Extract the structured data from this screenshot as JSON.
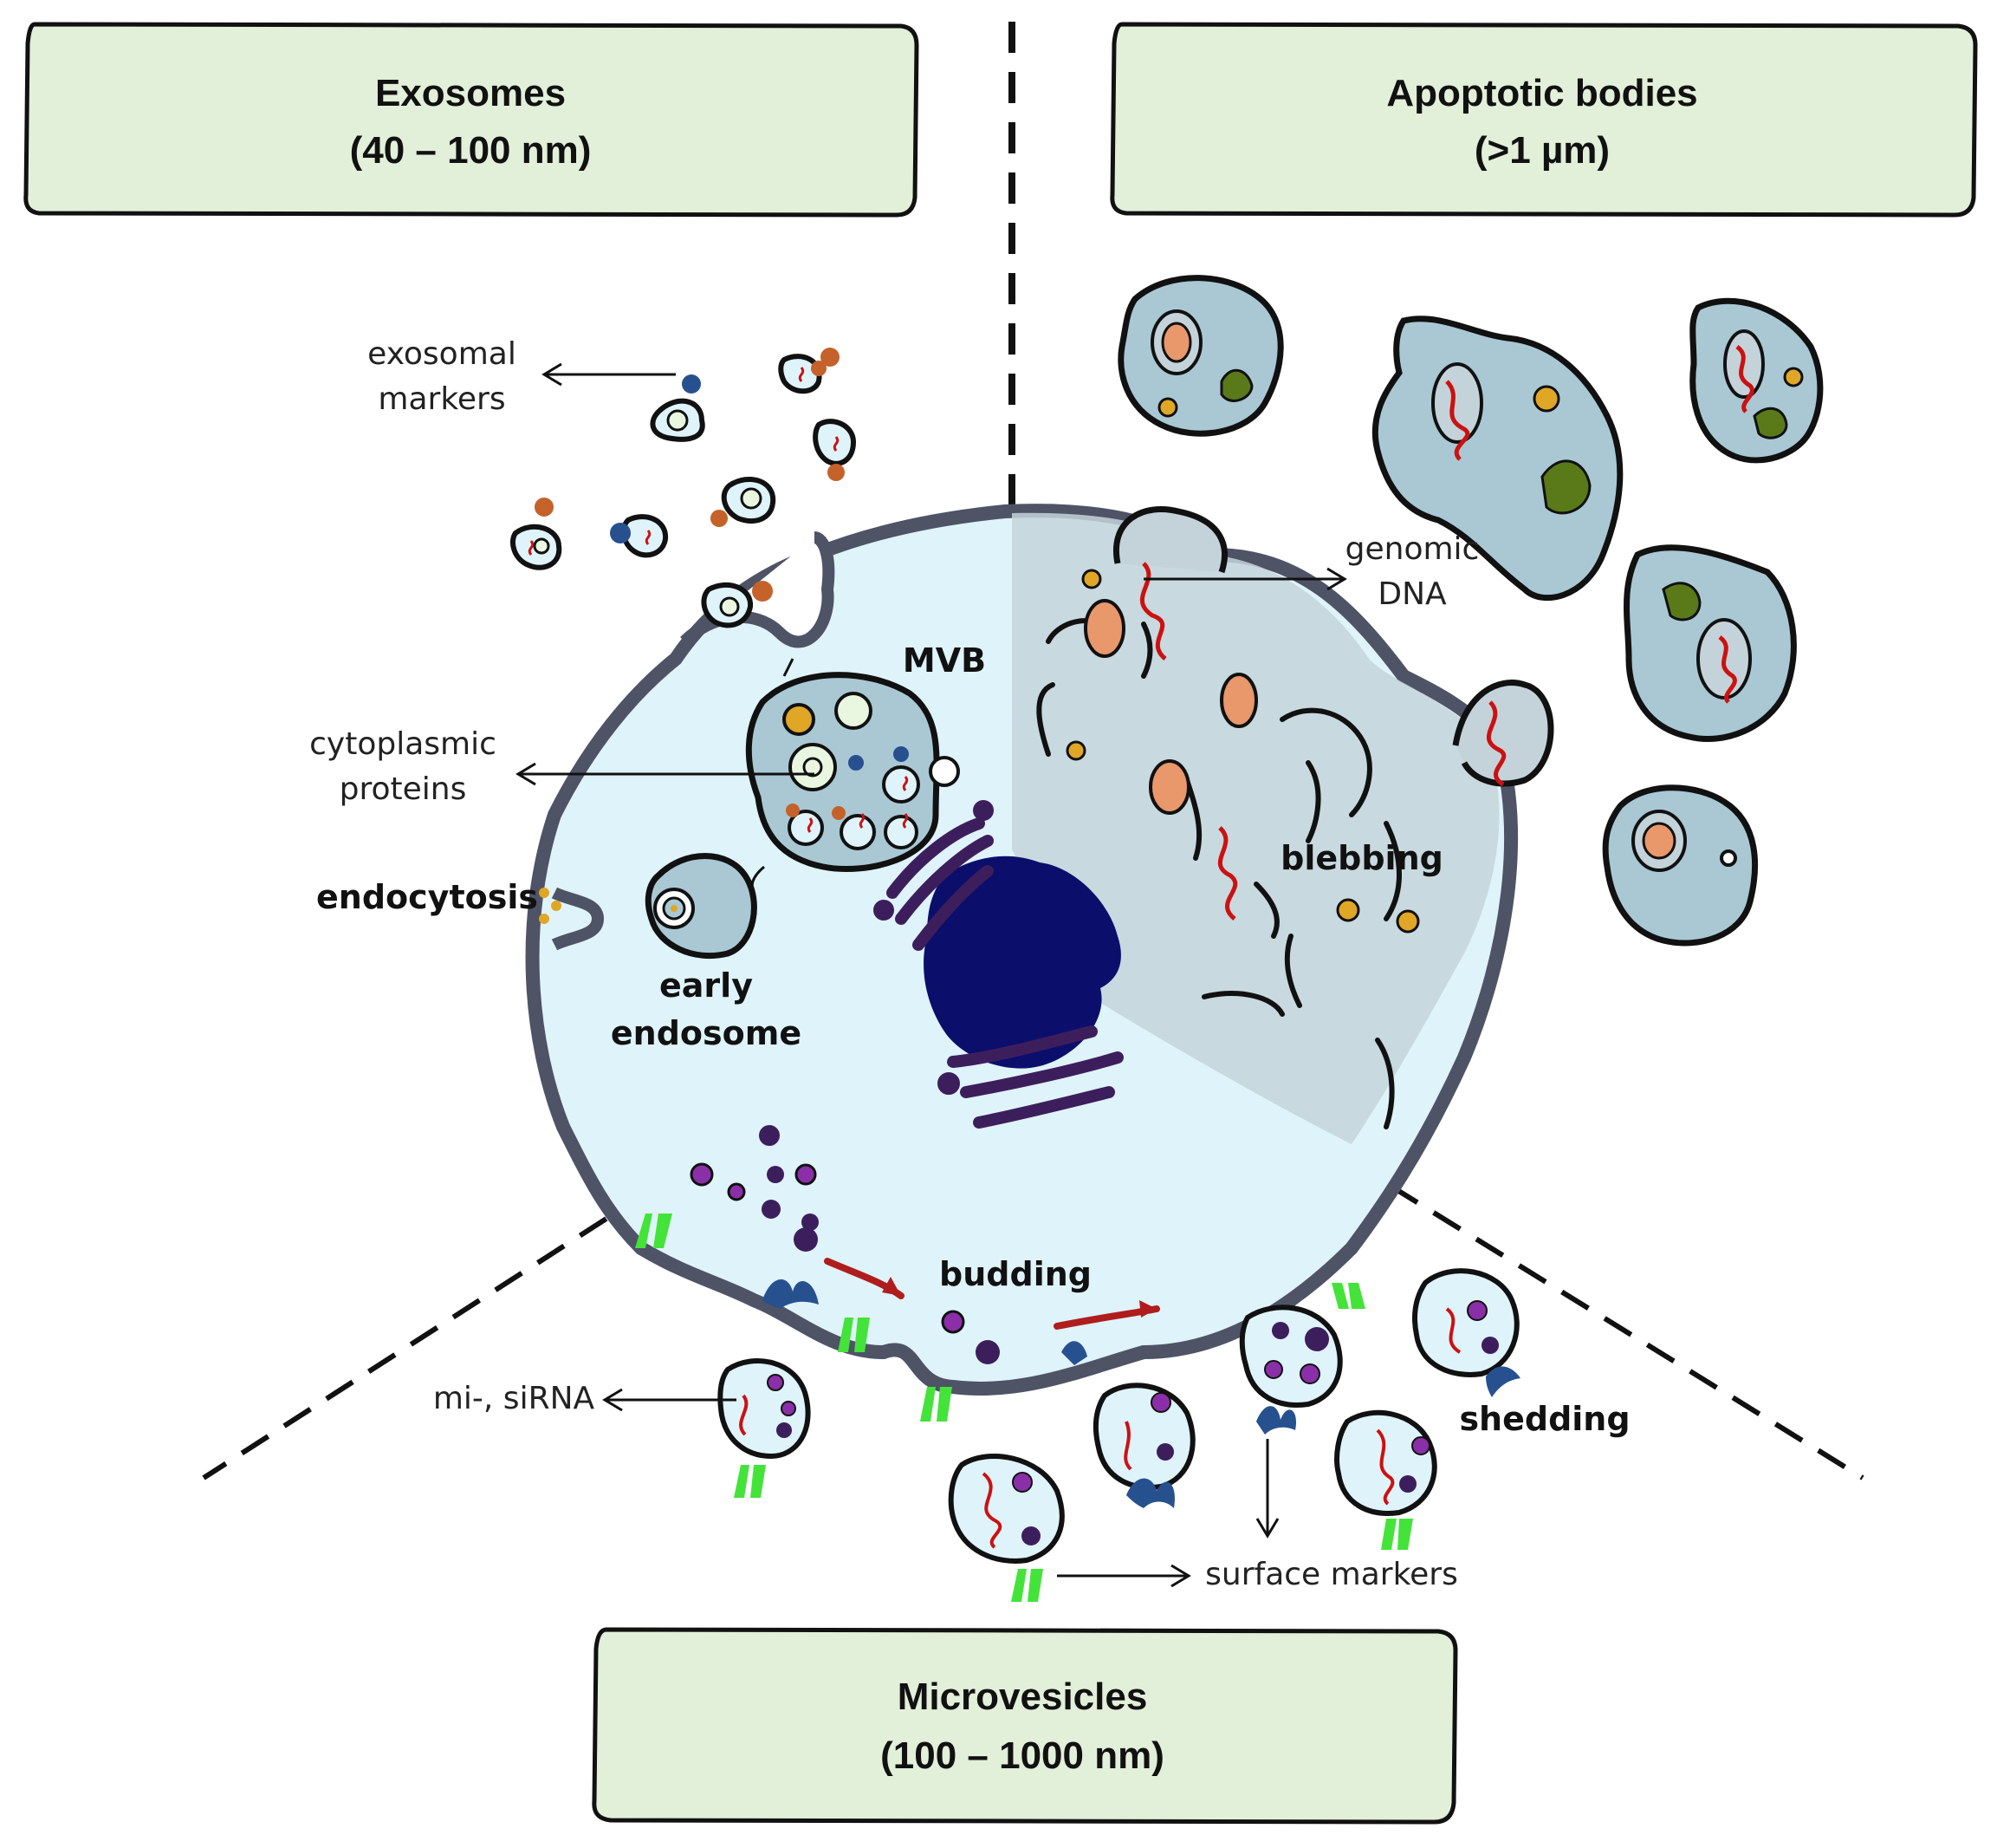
{
  "boxes": {
    "exosomes": {
      "title": "Exosomes",
      "size": "(40 – 100 nm)"
    },
    "apoptotic": {
      "title": "Apoptotic bodies",
      "size": "(>1 µm)"
    },
    "microvesicles": {
      "title": "Microvesicles",
      "size": "(100 – 1000 nm)"
    }
  },
  "labels": {
    "exosomal_markers_1": "exosomal",
    "exosomal_markers_2": "markers",
    "cytoplasmic_1": "cytoplasmic",
    "cytoplasmic_2": "proteins",
    "endocytosis": "endocytosis",
    "early_1": "early",
    "early_2": "endosome",
    "mvb": "MVB",
    "genomic_1": "genomic",
    "genomic_2": "DNA",
    "blebbing": "blebbing",
    "budding": "budding",
    "shedding": "shedding",
    "mirna": "mi-, siRNA",
    "surface_markers": "surface markers"
  },
  "colors": {
    "box_fill": "#e2efd9",
    "cell_fill": "#dff3fb",
    "apoptotic_fill": "#c4d3da",
    "body_fill": "#a9c8d4",
    "membrane": "#4f5366",
    "nucleus": "#0b0f6b",
    "golgi": "#3d1e5c",
    "rna": "#cc1111",
    "mito": "#e8986b",
    "dot_gold": "#e0a626",
    "dot_green": "#5a7a1a",
    "marker_green": "#44e33a",
    "marker_blue": "#27508f",
    "marker_orange": "#c4622a",
    "vesicle_purple": "#8a2fa8"
  }
}
